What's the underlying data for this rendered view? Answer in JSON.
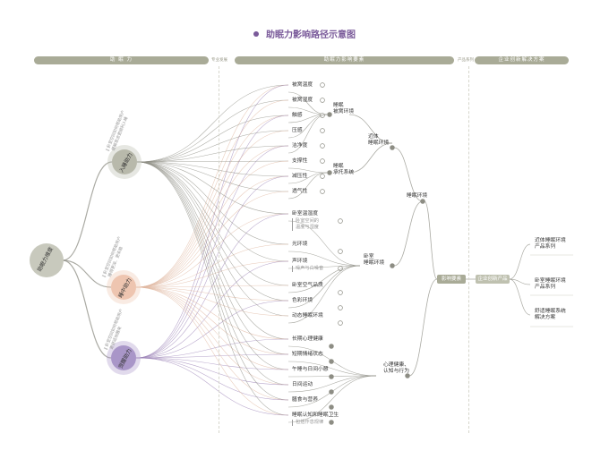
{
  "title": "助眠力影响路径示意图",
  "header": {
    "left": "助 眠 力",
    "sep1": "专业发展",
    "middle": "助眠力影响要素",
    "sep2": "产品系列",
    "right": "企业创新解决方案"
  },
  "root": {
    "label": "助眠力维度"
  },
  "phases": [
    {
      "label": "入睡助力",
      "desc": "‖ 卧室空间如何帮助用户\n  缓解思虑更顺利入睡"
    },
    {
      "label": "睡中助力",
      "desc": "‖ 卧室空间如何帮助用户\n  睡得更深、更安稳"
    },
    {
      "label": "觉醒助力",
      "desc": "‖ 卧室空间如何帮助用户\n  更舒适地醒来"
    }
  ],
  "bedding_items": [
    "被窝温度",
    "被窝湿度",
    "触感",
    "压感",
    "洁净度"
  ],
  "support_items": [
    "支撑性",
    "减压性",
    "透气性"
  ],
  "bedroom_items": [
    {
      "label": "卧室温湿度",
      "sub": "卧室空间的\n温度与湿度"
    },
    {
      "label": "光环境",
      "sub": ""
    },
    {
      "label": "声环境",
      "sub": "噪声与白噪音"
    },
    {
      "label": "卧室空气品质",
      "sub": ""
    },
    {
      "label": "色彩环境",
      "sub": ""
    },
    {
      "label": "动态睡眠环境",
      "sub": ""
    }
  ],
  "health_items": [
    {
      "label": "长期心理健康",
      "sub": ""
    },
    {
      "label": "短期情绪状态",
      "sub": ""
    },
    {
      "label": "午睡与日间小憩",
      "sub": ""
    },
    {
      "label": "日间运动",
      "sub": ""
    },
    {
      "label": "膳食与营养",
      "sub": ""
    },
    {
      "label": "睡眠认知和睡眠卫生",
      "sub": "包括作息规律"
    }
  ],
  "groups": {
    "bedding": "睡眠\n被窝环境",
    "support": "睡眠\n承托系统",
    "near": "近体\n睡眠环境",
    "bedroom": "卧室\n睡眠环境",
    "sleep_env": "睡眠环境",
    "health": "心理健康、\n认知与行为",
    "factors": "影响要素",
    "products": "企业创新产品"
  },
  "solutions": [
    "近体睡眠环境\n产品系列",
    "卧室睡眠环境\n产品系列",
    "舒适睡眠系统\n解决方案"
  ],
  "colors": {
    "title": "#7a5a9a",
    "bar": "#a9ab97",
    "root": "#c8c9bd",
    "phase1": "#b8b9ab",
    "phase2": "#eec5b0",
    "phase3": "#a996c8",
    "line_grey": "#8d8d84",
    "line_peach": "#e0b8a2",
    "line_purple": "#9d86b8"
  }
}
